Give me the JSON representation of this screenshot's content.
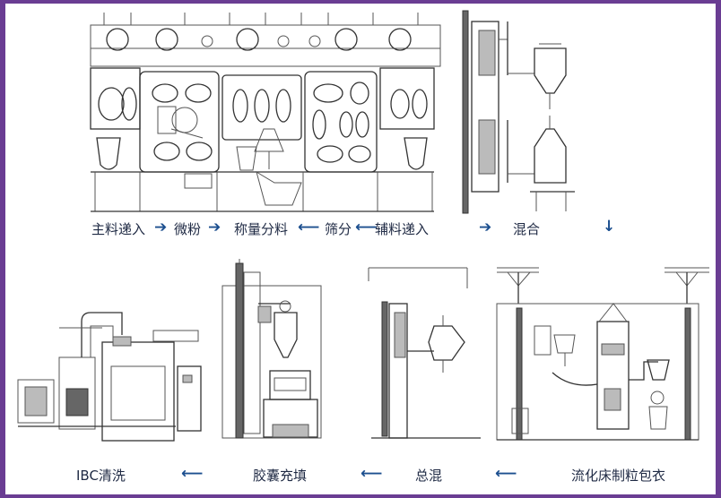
{
  "steps_top": {
    "s1": "主料递入",
    "s2": "微粉",
    "s3": "称量分料",
    "s4": "筛分",
    "s5": "辅料递入",
    "s6": "混合"
  },
  "steps_bottom": {
    "s7": "流化床制粒包衣",
    "s8": "总混",
    "s9": "胶囊充填",
    "s10": "IBC清洗"
  },
  "arrows": {
    "right": "➔",
    "left": "⟵",
    "down": "↓"
  },
  "colors": {
    "frame": "#6a3d93",
    "label": "#1f2a44",
    "arrow": "#1c4f8f"
  }
}
